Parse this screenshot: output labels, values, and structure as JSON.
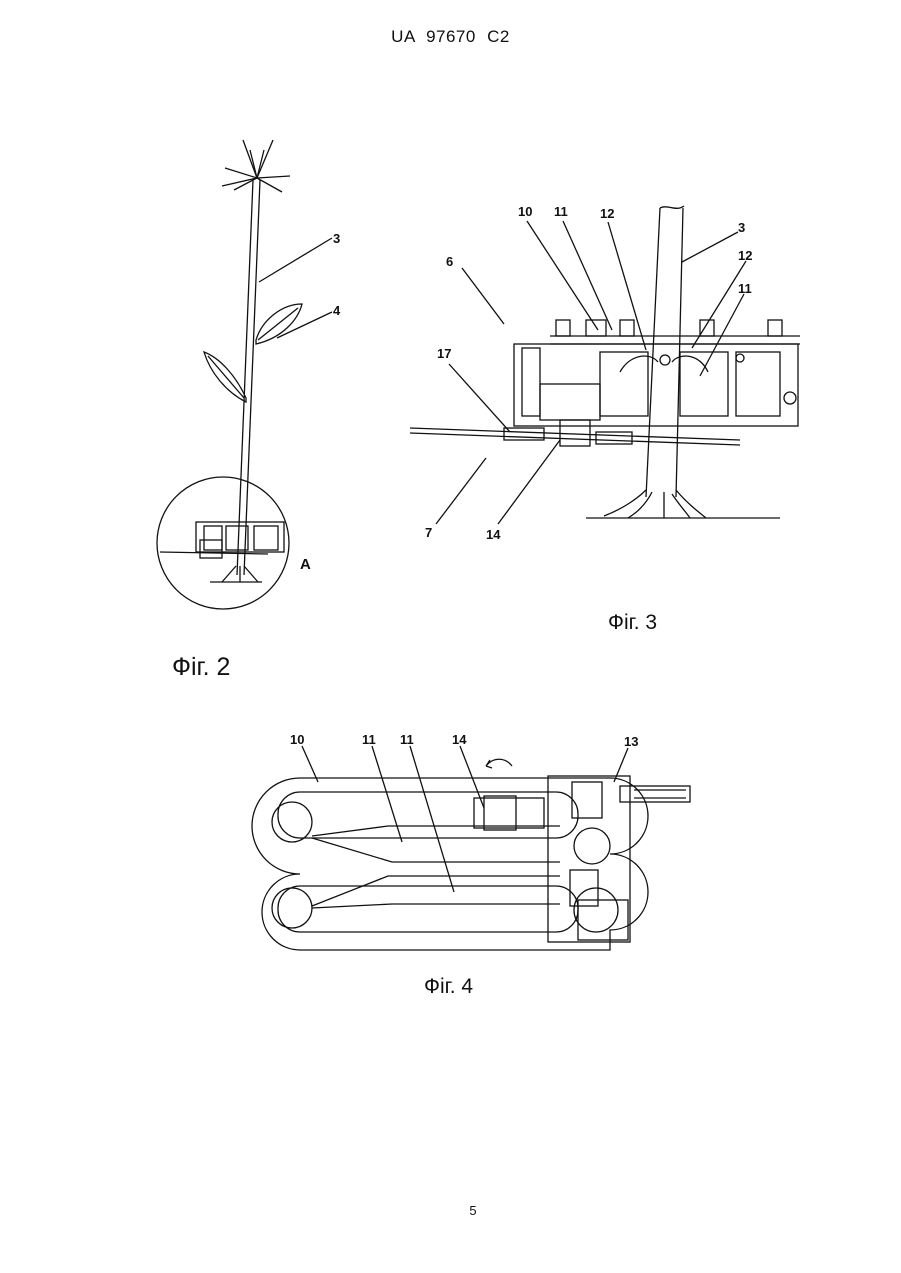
{
  "header": {
    "doc_number": "UA 97670 C2"
  },
  "page_number": "5",
  "figures": {
    "fig2": {
      "caption": "Фіг. 2",
      "labels": {
        "stalk": "3",
        "leaf": "4",
        "detail": "A"
      }
    },
    "fig3": {
      "caption": "Фіг. 3",
      "labels": {
        "l10": "10",
        "l11a": "11",
        "l12a": "12",
        "l3": "3",
        "l12b": "12",
        "l11b": "11",
        "l6": "6",
        "l17": "17",
        "l7": "7",
        "l14": "14"
      }
    },
    "fig4": {
      "caption": "Фіг. 4",
      "labels": {
        "l10": "10",
        "l11a": "11",
        "l11b": "11",
        "l14": "14",
        "l13": "13"
      }
    }
  }
}
